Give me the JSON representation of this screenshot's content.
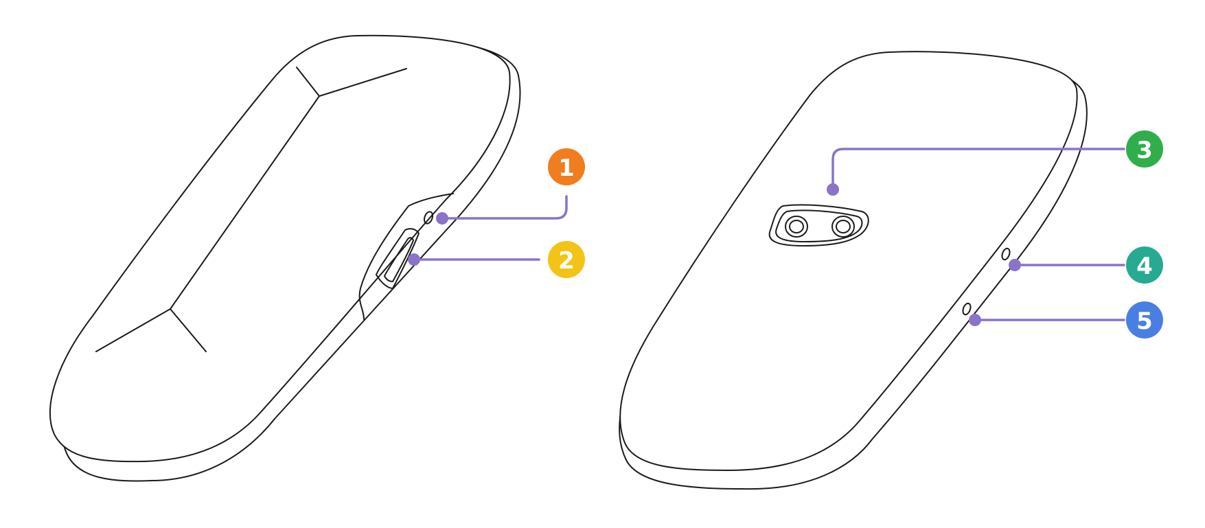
{
  "colors": {
    "leader": "#8a73c9",
    "outline": "#1a1a1a",
    "background": "#ffffff"
  },
  "callouts": [
    {
      "label": "1",
      "color": "#f07d1e"
    },
    {
      "label": "2",
      "color": "#f3c316"
    },
    {
      "label": "3",
      "color": "#2fae4b"
    },
    {
      "label": "4",
      "color": "#26aa92"
    },
    {
      "label": "5",
      "color": "#4a7fe2"
    }
  ]
}
